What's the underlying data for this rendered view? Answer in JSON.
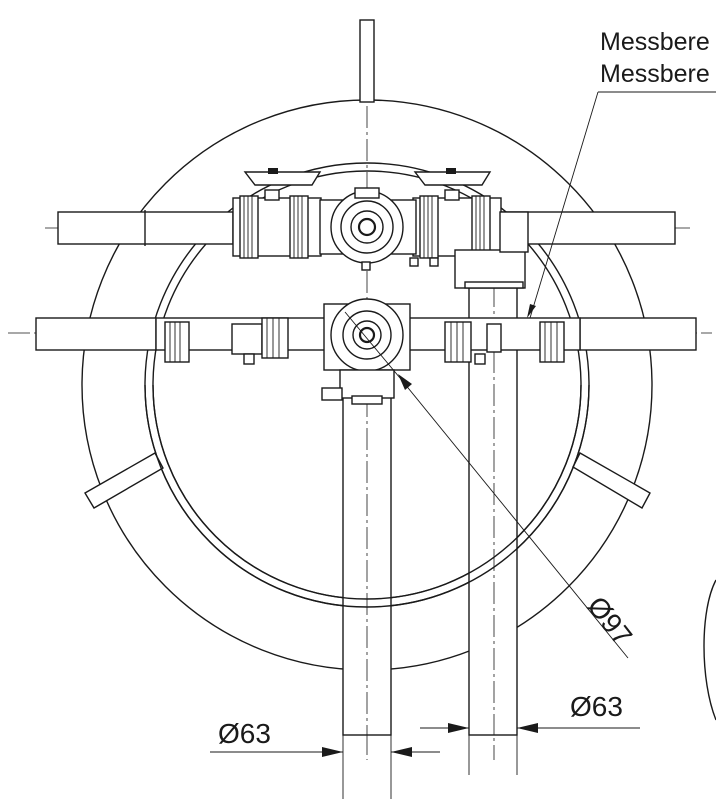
{
  "labels": {
    "measuring_range_1": "Messbere",
    "measuring_range_2": "Messbere",
    "diameter_large": "Ø97",
    "diameter_pipe_left": "Ø63",
    "diameter_pipe_right": "Ø63"
  },
  "colors": {
    "line": "#1a1a1a",
    "background": "#ffffff"
  }
}
